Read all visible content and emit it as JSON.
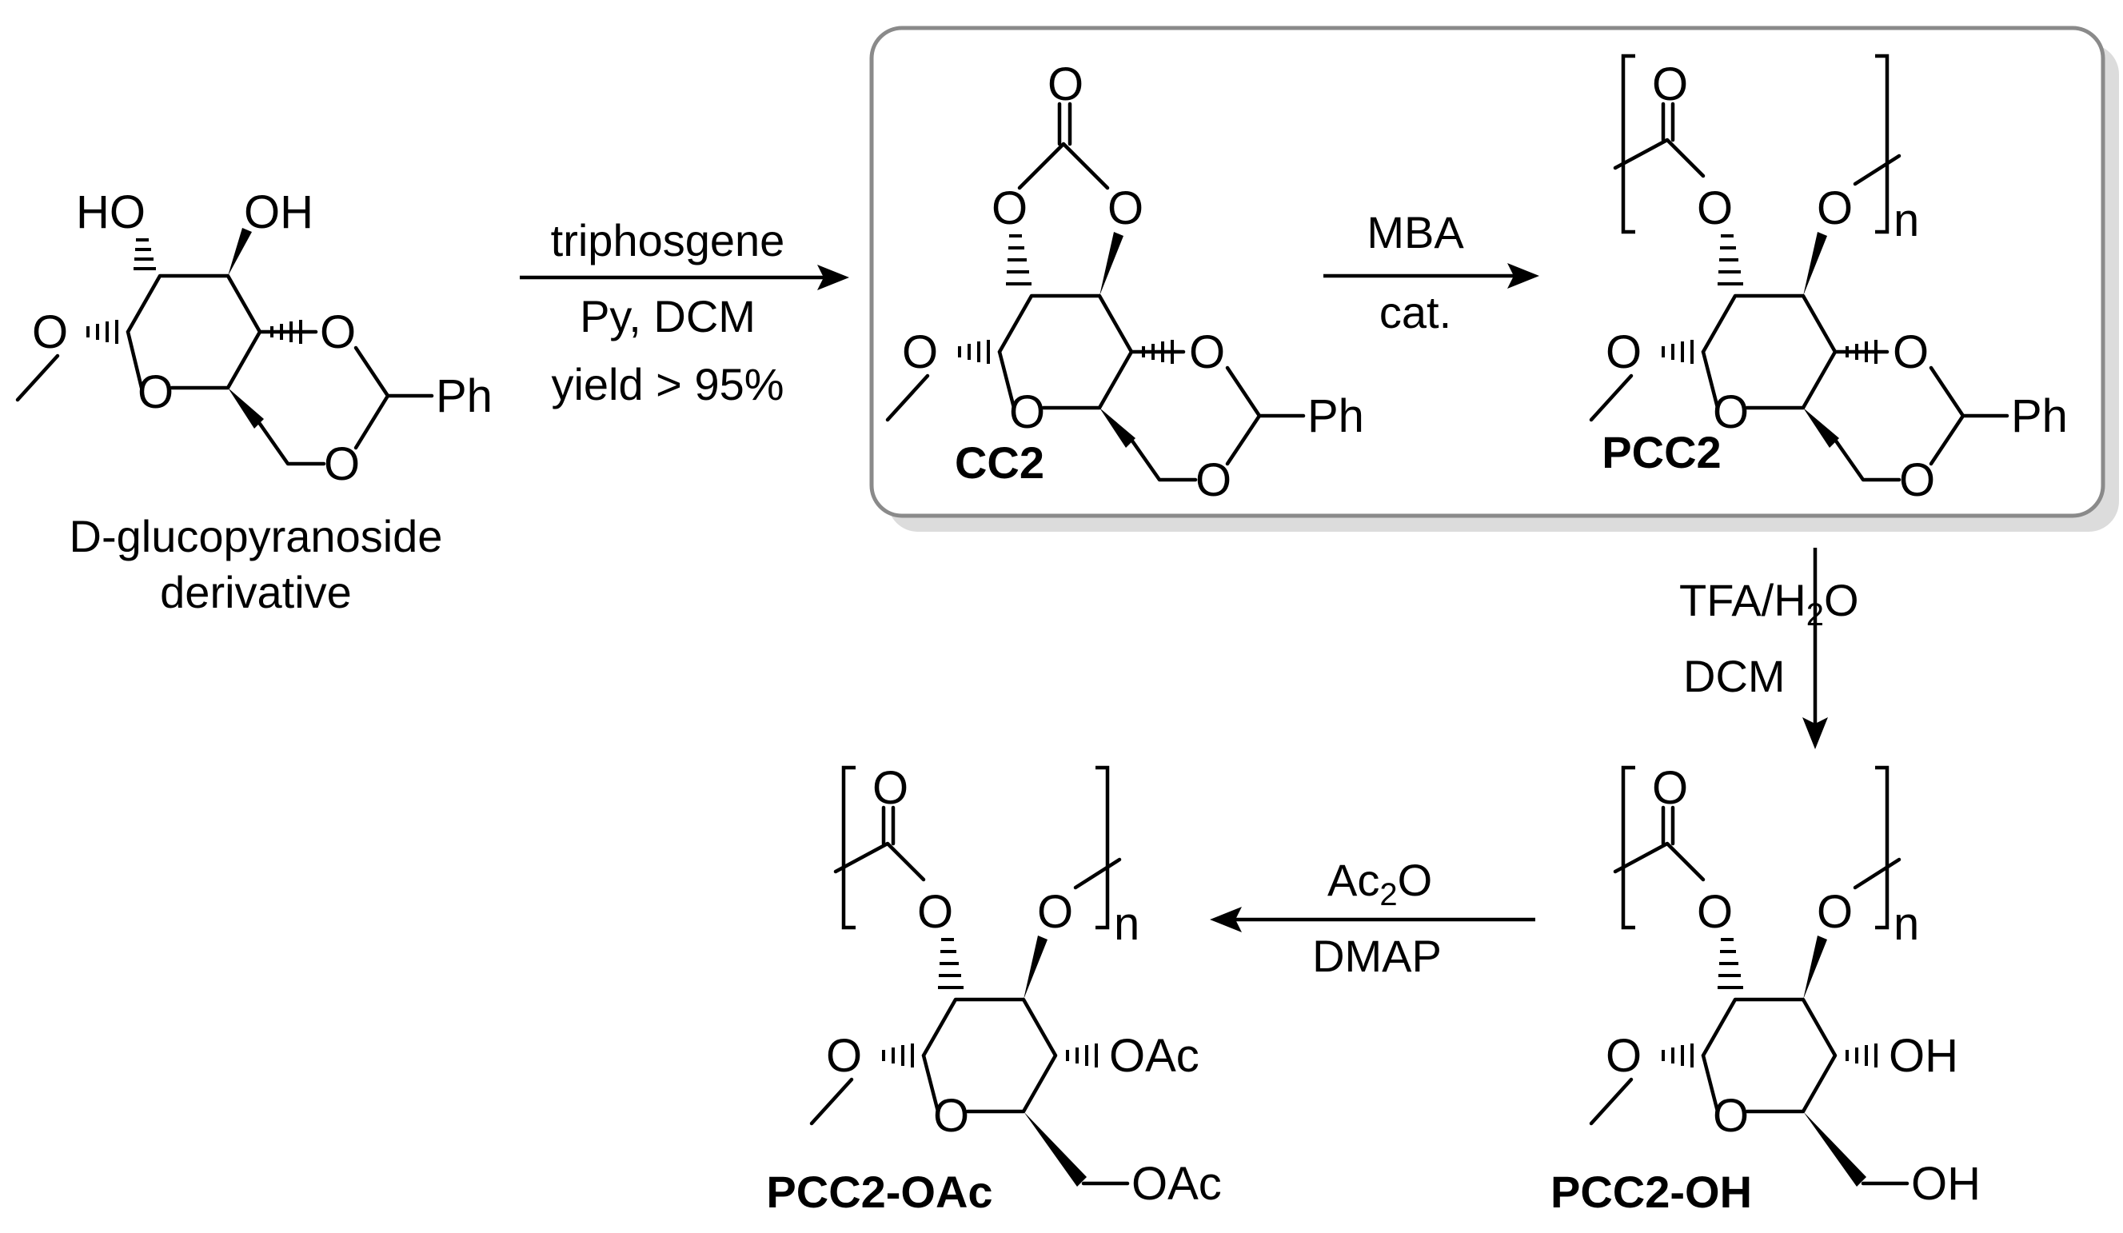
{
  "scheme": {
    "compounds": {
      "start": {
        "label_line1": "D-glucopyranoside",
        "label_line2": "derivative",
        "ho": "HO",
        "oh": "OH",
        "ring_o": "O",
        "ome_o": "O",
        "acetal_o1": "O",
        "acetal_o2": "O",
        "ph": "Ph"
      },
      "cc2": {
        "label": "CC2",
        "carbonyl_o": "O",
        "o_left": "O",
        "o_right": "O",
        "ring_o": "O",
        "ome_o": "O",
        "acetal_o1": "O",
        "acetal_o2": "O",
        "ph": "Ph"
      },
      "pcc2": {
        "label": "PCC2",
        "carbonyl_o": "O",
        "o_left": "O",
        "o_right": "O",
        "n": "n",
        "ring_o": "O",
        "ome_o": "O",
        "acetal_o1": "O",
        "acetal_o2": "O",
        "ph": "Ph"
      },
      "pcc2_oh": {
        "label": "PCC2-OH",
        "carbonyl_o": "O",
        "o_left": "O",
        "o_right": "O",
        "n": "n",
        "ring_o": "O",
        "ome_o": "O",
        "oh4": "OH",
        "oh6": "OH"
      },
      "pcc2_oac": {
        "label": "PCC2-OAc",
        "carbonyl_o": "O",
        "o_left": "O",
        "o_right": "O",
        "n": "n",
        "ring_o": "O",
        "ome_o": "O",
        "oac4": "OAc",
        "oac6": "OAc"
      }
    },
    "reactions": {
      "step1": {
        "line1": "triphosgene",
        "line2": "Py, DCM",
        "line3": "yield > 95%"
      },
      "step2": {
        "line1": "MBA",
        "line2": "cat."
      },
      "step3": {
        "line1_pre": "TFA/H",
        "line1_sub": "2",
        "line1_post": "O",
        "line2": "DCM"
      },
      "step4": {
        "line1_pre": "Ac",
        "line1_sub": "2",
        "line1_post": "O",
        "line2": "DMAP"
      }
    },
    "highlight_box": {
      "border_color": "#8a8a8a",
      "shadow_color": "#dcdcdc",
      "fill_color": "#ffffff"
    }
  }
}
